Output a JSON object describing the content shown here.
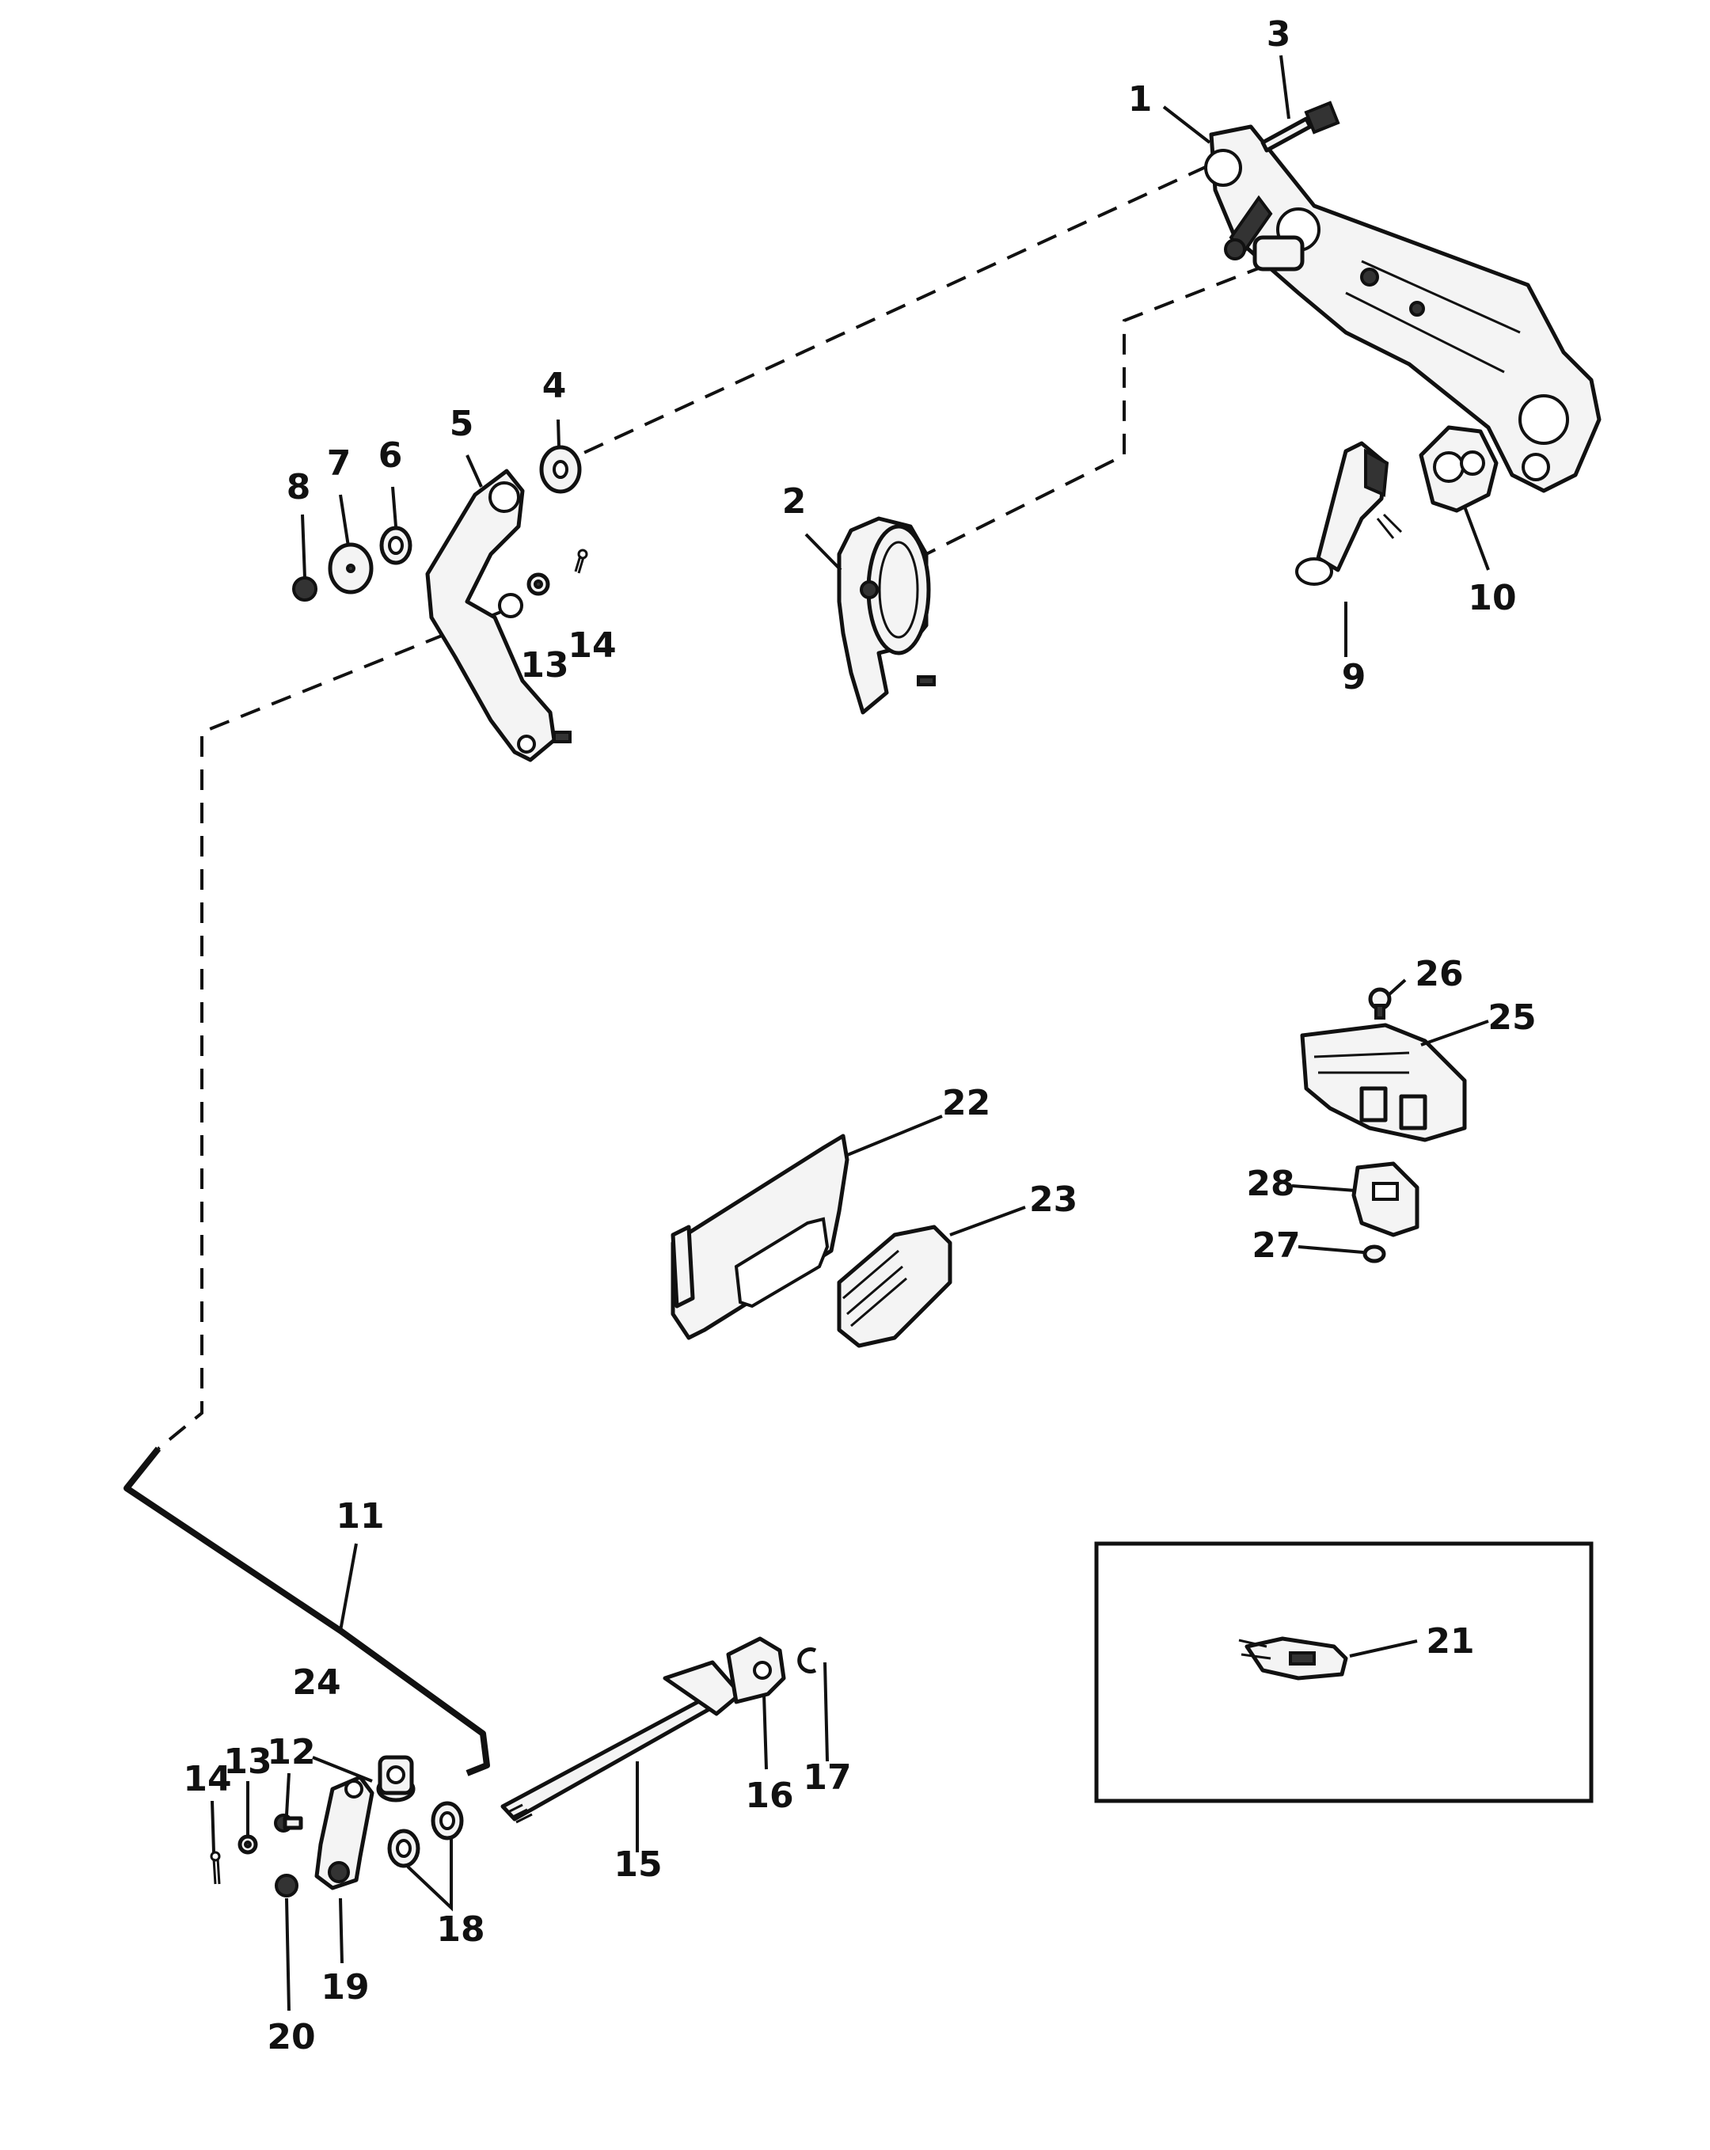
{
  "callouts": {
    "c1": "1",
    "c2": "2",
    "c3": "3",
    "c4": "4",
    "c5": "5",
    "c6": "6",
    "c7": "7",
    "c8": "8",
    "c9": "9",
    "c10": "10",
    "c11": "11",
    "c12": "12",
    "c13a": "13",
    "c13b": "13",
    "c14a": "14",
    "c14b": "14",
    "c15": "15",
    "c16": "16",
    "c17": "17",
    "c18": "18",
    "c19": "19",
    "c20": "20",
    "c21": "21",
    "c22": "22",
    "c23": "23",
    "c24": "24",
    "c25": "25",
    "c26": "26",
    "c27": "27",
    "c28": "28"
  }
}
